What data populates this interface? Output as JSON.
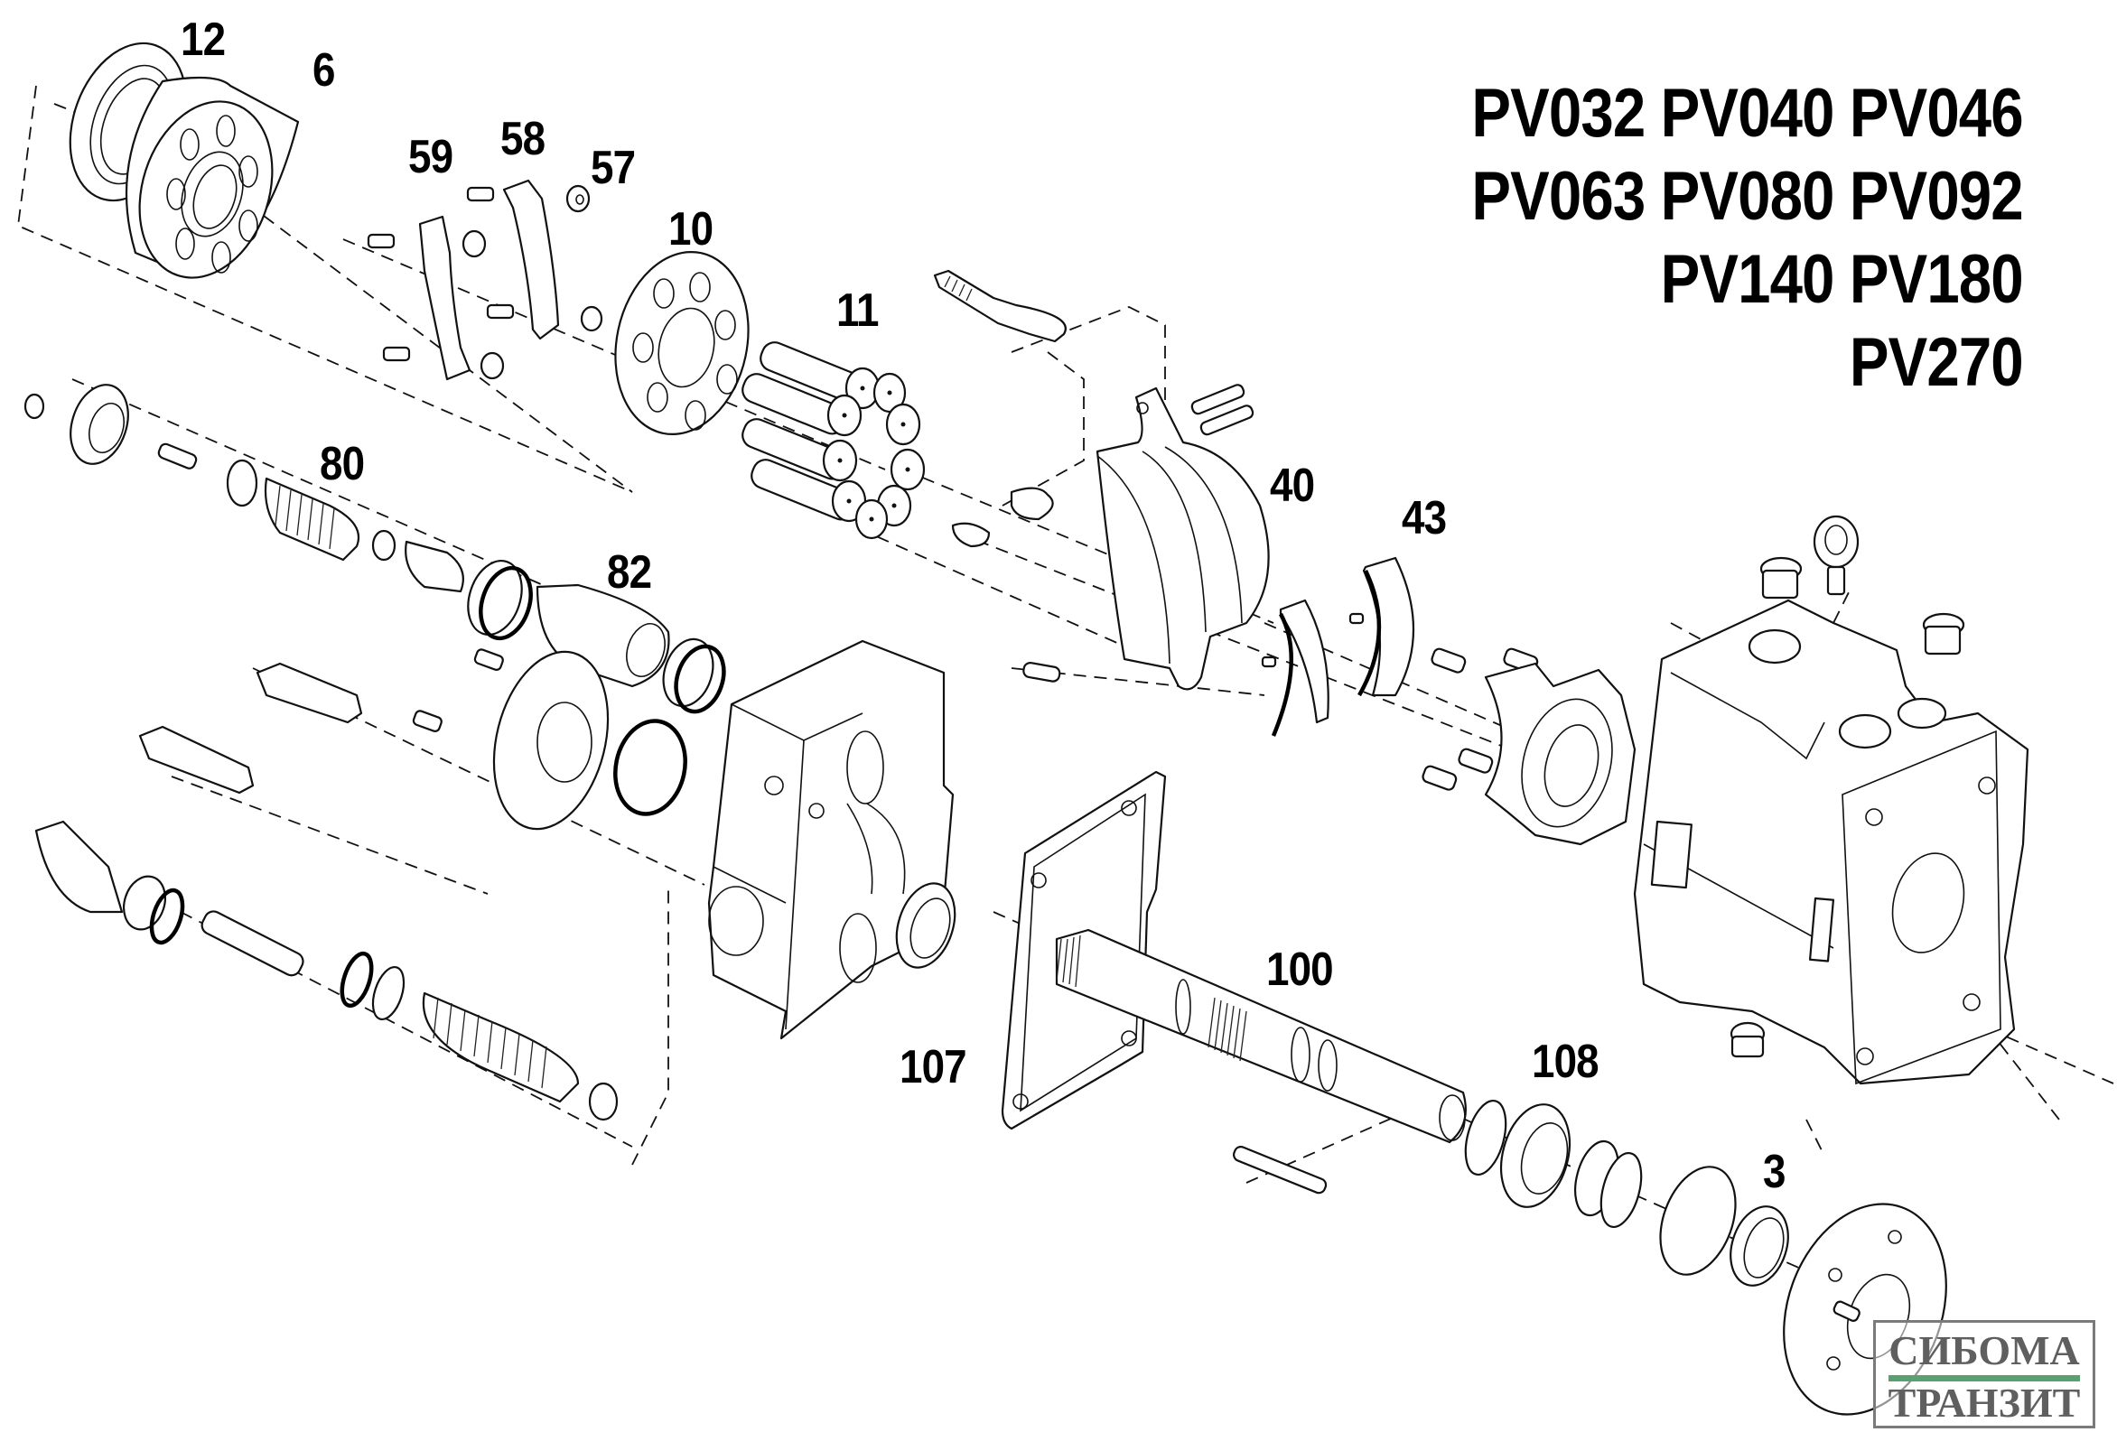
{
  "title_models": {
    "lines": [
      "PV032 PV040 PV046",
      "PV063 PV080 PV092",
      "PV140 PV180",
      "PV270"
    ]
  },
  "callouts": {
    "c12": "12",
    "c6": "6",
    "c59": "59",
    "c58": "58",
    "c57": "57",
    "c10": "10",
    "c11": "11",
    "c80": "80",
    "c82": "82",
    "c40": "40",
    "c43": "43",
    "c100": "100",
    "c107": "107",
    "c108": "108",
    "c3": "3"
  },
  "watermark": {
    "line1": "СИБОМА",
    "line2": "ТРАНЗИТ",
    "bar_color": "#5aa070",
    "text_color": "#5f5f5f"
  },
  "colors": {
    "line": "#111111",
    "background": "#ffffff"
  }
}
